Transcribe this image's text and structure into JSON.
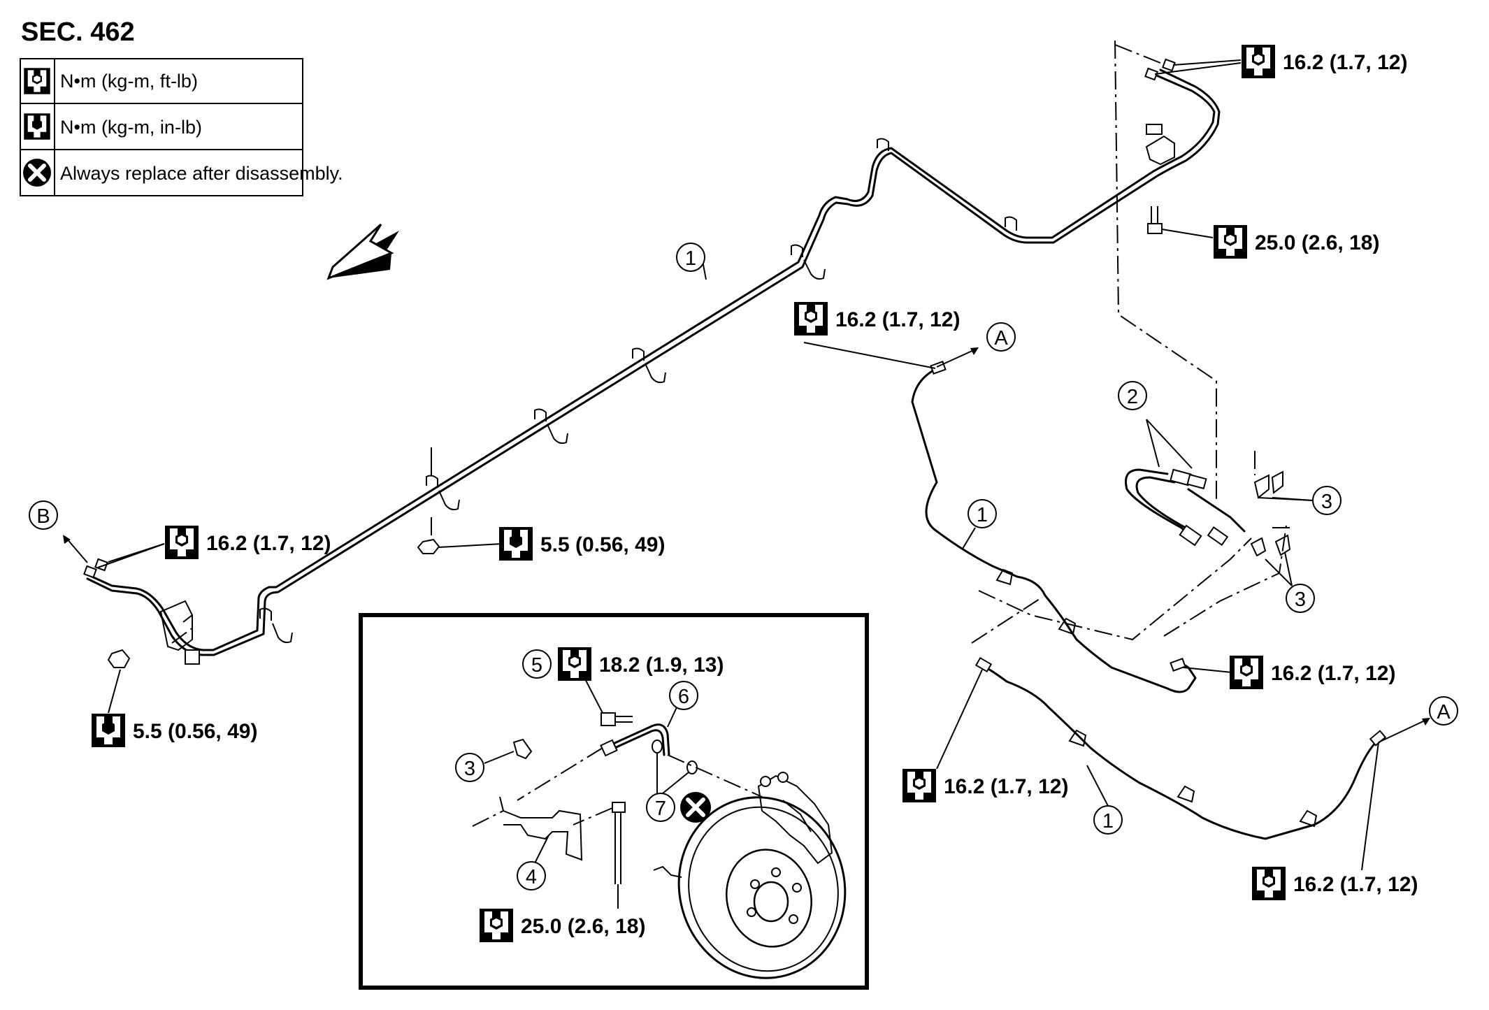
{
  "header": {
    "section": "SEC. 462"
  },
  "legend": [
    {
      "icon": "torque-wrench-icon",
      "text": "N•m (kg-m, ft-lb)"
    },
    {
      "icon": "torque-wrench-icon",
      "text": "N•m (kg-m, in-lb)"
    },
    {
      "icon": "replace-x-icon",
      "text": "Always replace after disassembly."
    }
  ],
  "torques": {
    "t_top_right": "16.2 (1.7, 12)",
    "t_bracket_bolt": "25.0 (2.6, 18)",
    "t_mid_hose": "16.2 (1.7, 12)",
    "t_left_flare": "16.2 (1.7, 12)",
    "t_clip_nut": "5.5 (0.56, 49)",
    "t_left_nut": "5.5 (0.56, 49)",
    "t_right_lower": "16.2 (1.7, 12)",
    "t_lower_left": "16.2 (1.7, 12)",
    "t_bottom_right": "16.2 (1.7, 12)",
    "t_inset_union": "18.2 (1.9, 13)",
    "t_inset_bolt": "25.0 (2.6, 18)"
  },
  "callouts": {
    "c1a": "1",
    "c1b": "1",
    "c1c": "1",
    "c2": "2",
    "c3a": "3",
    "c3b": "3",
    "c3c": "3",
    "c4": "4",
    "c5": "5",
    "c6": "6",
    "c7": "7",
    "refA1": "A",
    "refA2": "A",
    "refB": "B"
  }
}
